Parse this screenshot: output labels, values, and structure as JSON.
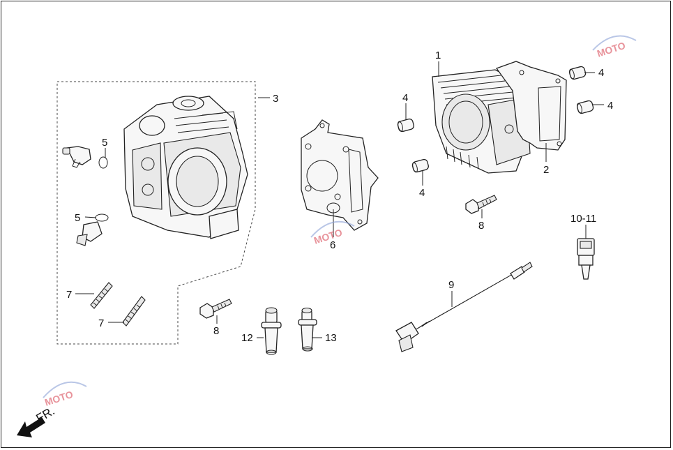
{
  "callouts": {
    "c1": "1",
    "c2": "2",
    "c3": "3",
    "c4a": "4",
    "c4b": "4",
    "c4c": "4",
    "c4d": "4",
    "c5a": "5",
    "c5b": "5",
    "c6": "6",
    "c7a": "7",
    "c7b": "7",
    "c8a": "8",
    "c8b": "8",
    "c9": "9",
    "c10_11": "10-11",
    "c12": "12",
    "c13": "13"
  },
  "direction": {
    "label": "FR."
  },
  "watermark": {
    "text": "MOTO"
  },
  "colors": {
    "line": "#222222",
    "watermark": "#d63c4a",
    "background": "#ffffff"
  }
}
